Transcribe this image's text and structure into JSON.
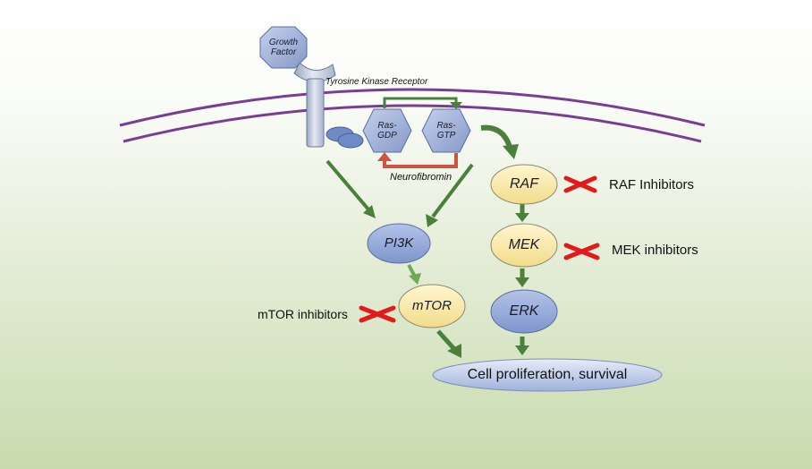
{
  "labels": {
    "growth_factor": "Growth\nFactor",
    "receptor": "Tyrosine Kinase Receptor",
    "ras_gdp": "Ras-\nGDP",
    "ras_gtp": "Ras-\nGTP",
    "neurofibromin": "Neurofibromin",
    "raf": "RAF",
    "mek": "MEK",
    "erk": "ERK",
    "pi3k": "PI3K",
    "mtor": "mTOR",
    "raf_inhibitors": "RAF Inhibitors",
    "mek_inhibitors": "MEK inhibitors",
    "mtor_inhibitors": "mTOR inhibitors",
    "outcome": "Cell proliferation, survival"
  },
  "colors": {
    "blue_node": "#8fa5d6",
    "yellow_node": "#f7e7a6",
    "arrow_green": "#4a7f3c",
    "arrow_red": "#c94a3a",
    "inhibitor_red": "#e31a1a",
    "membrane": "#7a3d97"
  }
}
